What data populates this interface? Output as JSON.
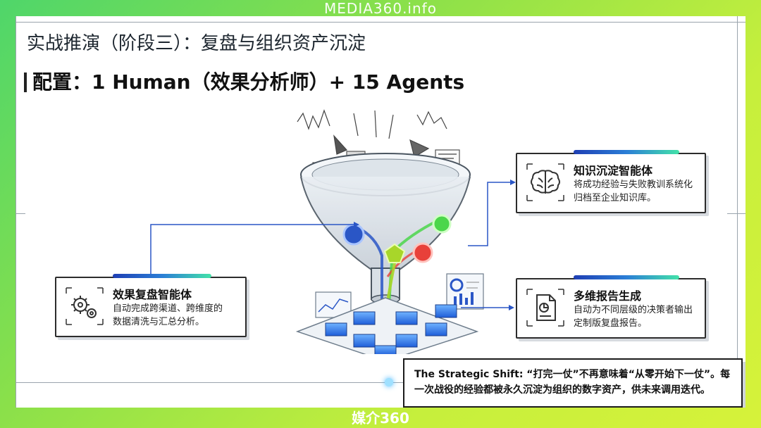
{
  "watermark_top": "MEDIA360.info",
  "watermark_bottom": "媒介360",
  "title": "实战推演（阶段三）：复盘与组织资产沉淀",
  "config": "配置：1 Human（效果分析师）+ 15 Agents",
  "cards": {
    "review": {
      "title": "效果复盘智能体",
      "desc1": "自动完成跨渠道、跨维度的",
      "desc2": "数据清洗与汇总分析。",
      "icon": "gears-icon"
    },
    "knowledge": {
      "title": "知识沉淀智能体",
      "desc1": "将成功经验与失败教训系统化",
      "desc2": "归档至企业知识库。",
      "icon": "brain-icon"
    },
    "report": {
      "title": "多维报告生成",
      "desc1": "自动为不同层级的决策者输出",
      "desc2": "定制版复盘报告。",
      "icon": "report-icon"
    }
  },
  "shift": {
    "line1": "The Strategic Shift: “打完一仗”不再意味着“从零开始下一仗”。每",
    "line2": "一次战役的经验都被永久沉淀为组织的数字资产，供未来调用迭代。"
  },
  "colors": {
    "blue": "#2a56c6",
    "green": "#4bd64b",
    "red": "#e8403a",
    "lime": "#a8d62a"
  }
}
